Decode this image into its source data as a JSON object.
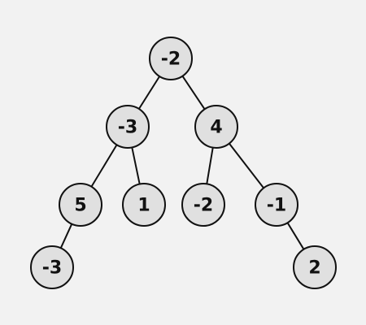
{
  "tree": {
    "nodes": [
      {
        "id": "n0",
        "label": "-2"
      },
      {
        "id": "n1",
        "label": "-3"
      },
      {
        "id": "n2",
        "label": "4"
      },
      {
        "id": "n3",
        "label": "5"
      },
      {
        "id": "n4",
        "label": "1"
      },
      {
        "id": "n5",
        "label": "-2"
      },
      {
        "id": "n6",
        "label": "-1"
      },
      {
        "id": "n7",
        "label": "-3"
      },
      {
        "id": "n8",
        "label": "2"
      }
    ],
    "edges": [
      [
        "n0",
        "n1"
      ],
      [
        "n0",
        "n2"
      ],
      [
        "n1",
        "n3"
      ],
      [
        "n1",
        "n4"
      ],
      [
        "n2",
        "n5"
      ],
      [
        "n2",
        "n6"
      ],
      [
        "n3",
        "n7"
      ],
      [
        "n6",
        "n8"
      ]
    ]
  },
  "colors": {
    "background": "#f2f2f2",
    "node_fill": "#e0e0e0",
    "stroke": "#111111",
    "text": "#111111"
  }
}
